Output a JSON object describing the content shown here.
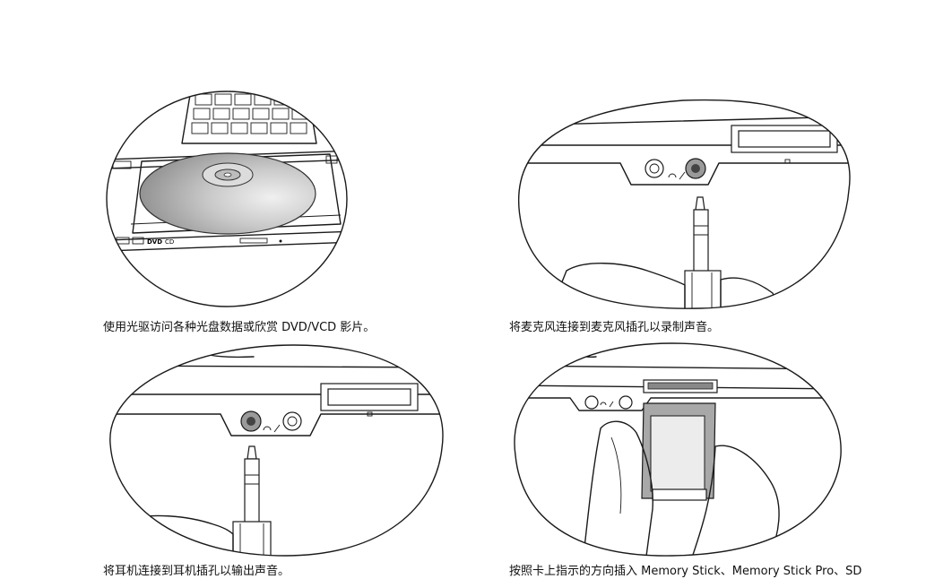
{
  "captions": {
    "optical_drive": "使用光驱访问各种光盘数据或欣赏 DVD/VCD 影片。",
    "microphone": "将麦克风连接到麦克风插孔以录制声音。",
    "headphones": "将耳机连接到耳机插孔以输出声音。",
    "memory_card": "按照卡上指示的方向插入 Memory Stick、Memory Stick Pro、SD"
  },
  "drive_labels": {
    "dvd_logo": "DVD",
    "cd_logo": "CD"
  },
  "icons": [
    "optical-disc-icon",
    "headphone-jack-icon",
    "microphone-jack-icon",
    "memory-card-icon"
  ]
}
